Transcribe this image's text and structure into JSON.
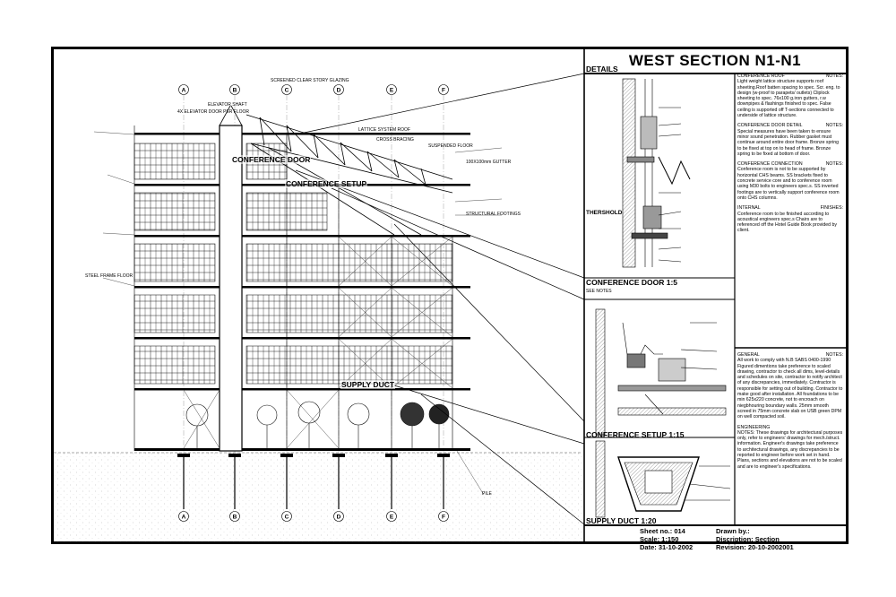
{
  "title": "WEST SECTION N1-N1",
  "details": {
    "heading": "DETAILS",
    "door_detail": "CONFERENCE DOOR 1:5",
    "door_sub": "SEE NOTES",
    "setup_detail": "CONFERENCE SETUP 1:15",
    "duct_detail": "SUPPLY DUCT 1:20",
    "threshold": "THERSHOLD"
  },
  "building_labels": {
    "door": "CONFERENCE DOOR",
    "setup": "CONFERENCE SETUP",
    "duct": "SUPPLY DUCT"
  },
  "grid_labels": [
    "A",
    "B",
    "C",
    "D",
    "E",
    "F"
  ],
  "annotations": {
    "elevator_shaft": "ELEVATOR SHAFT",
    "elevator_door": "4X ELEVATOR DOOR PER FLOOR",
    "screened_glass": "SCREENED CLEAR STORY GLAZING",
    "lattice_roof": "LATTICE SYSTEM ROOF",
    "cross_bracing": "CROSS BRACING",
    "suspended_floor": "SUSPENDED FLOOR",
    "gutter": "100X100mm GUTTER",
    "steel_column": "STEEL FRAME FLOOR",
    "structural_footings": "STRUCTURAL FOOTINGS",
    "pile": "PILE"
  },
  "notes": [
    {
      "title": "CONFERENCE ROOF",
      "tag": "NOTES:",
      "body": "Light weight lattice structure supports roof sheeting.Roof batten spacing to spec. Scr. eng. to design (w-proof to parapets/ outlets) Cliplock sheeting to spec. 76x100 g.iron gutters, r.w downpipes & flashings finished to spec. False ceiling is supported off T-sections connected to underside of lattice structure."
    },
    {
      "title": "CONFERENCE DOOR DETAIL",
      "tag": "NOTES:",
      "body": "Special measures have been taken to ensure minor sound penetration. Rubber gasket must continue around entire door frame. Bronze spring to be fixed at top on to head of frame. Bronze spring to be fixed at bottom of door."
    },
    {
      "title": "CONFERENCE CONNECTION",
      "tag": "NOTES:",
      "body": "Conference room is not to be supported by horizontal CHS beams. SS brackets fixed to concrete service core and to conference room using M30 bolts to engineers spec.s. SS inverted footings are to vertically support conference room onto CHS columns."
    },
    {
      "title": "INTERNAL",
      "tag": "FINISHES:",
      "body": "Conference room to be finished according to acoustical engineers spec.s Chairs are to referenced off the Hotel Guide Book provided by client."
    }
  ],
  "notes_lower": [
    {
      "title": "GENERAL",
      "tag": "NOTES:",
      "body": "All work to comply with N.B SABS 0400-1990 Figured dimentions take preference to scaled drawing, contractor to check all dims, level-details and schedules on site, contractor to notify architect of any discrepancies, immediately. Contractor is responsible for setting out of building. Contractor to make good after installation. All foundations to be min 625x220 concrete, not to encroach on niegbhouring boundary walls. 25mm smooth screed in 75mm concrete slab on USB green DPM on well compacted soil."
    },
    {
      "title": "ENGINEERING",
      "tag": "",
      "body": "NOTES: These drawings for architectural purposes only, refer to engineers' drawings for mech./struct. information. Engineer's drawings take preference to architectural drawings, any discrepancies to be reported to engineer before work set in hand. Plans, sections and elevations are not to be scaled and are to engineer's specifications."
    }
  ],
  "title_block": {
    "sheet": "Sheet no.: 014",
    "scale": "Scale: 1:150",
    "date": "Date: 31-10-2002",
    "drawn": "Drawn by.:",
    "description": "Discription: Section",
    "revision": "Revision: 20-10-2002001"
  }
}
